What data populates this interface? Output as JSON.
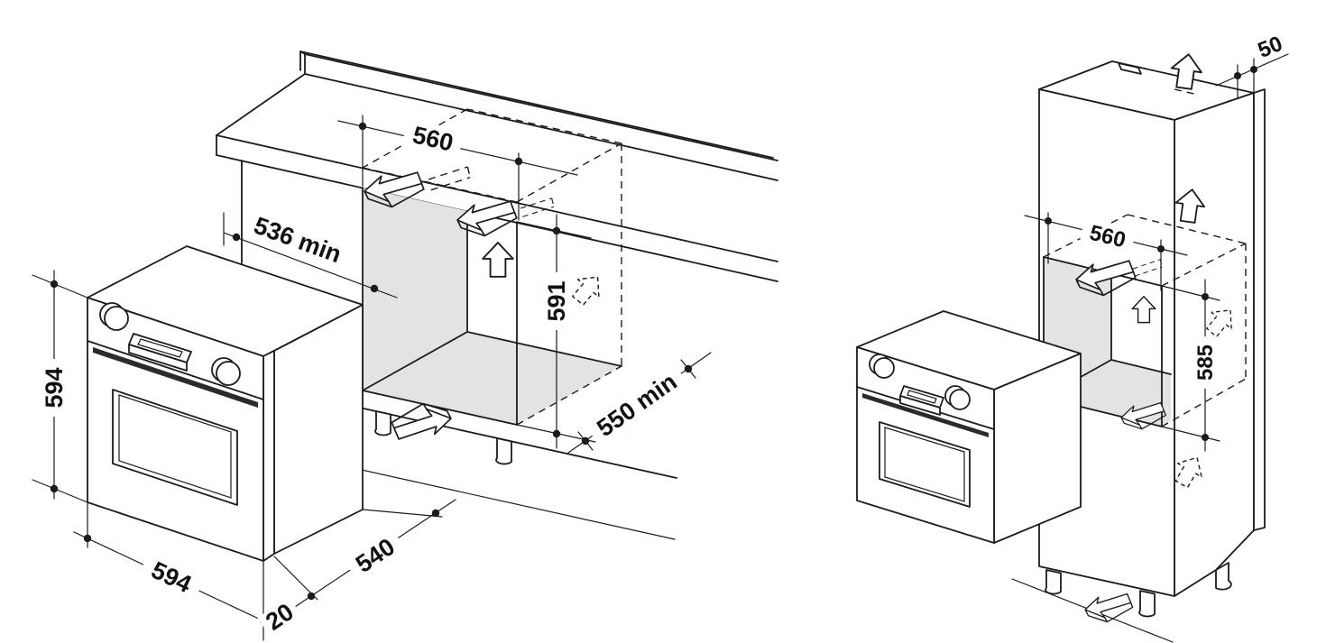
{
  "colors": {
    "line": "#1c1c1c",
    "shade": "#e3e3e3",
    "background": "#ffffff"
  },
  "icons": {
    "ventilation": "pentagon-up-arrow",
    "ventilation_hidden": "pentagon-up-arrow-dashed",
    "airflow": "block-arrow"
  },
  "left_view": {
    "dimensions": {
      "oven_height": "594",
      "oven_width": "594",
      "door_protrusion": "20",
      "oven_depth": "540",
      "niche_width": "560",
      "niche_height": "591",
      "niche_depth_min": "550 min",
      "recess_depth_min": "536 min"
    }
  },
  "right_view": {
    "dimensions": {
      "top_rear_gap": "50",
      "niche_width": "560",
      "niche_height": "585"
    }
  }
}
